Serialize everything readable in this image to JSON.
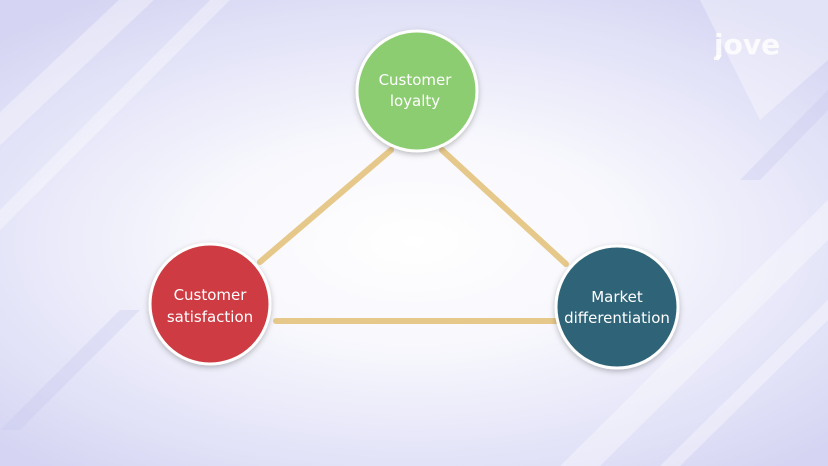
{
  "logo": {
    "text": "jove",
    "icon": "speech-bubble-icon"
  },
  "diagram": {
    "connector_color": "#e6c98a",
    "nodes": [
      {
        "id": "customer-loyalty",
        "lines": [
          "Customer",
          "loyalty"
        ],
        "color": "#8ccd72"
      },
      {
        "id": "customer-satisfaction",
        "lines": [
          "Customer",
          "satisfaction"
        ],
        "color": "#cf3a42"
      },
      {
        "id": "market-differentiation",
        "lines": [
          "Market",
          "differentiation"
        ],
        "color": "#2e6478"
      }
    ]
  }
}
